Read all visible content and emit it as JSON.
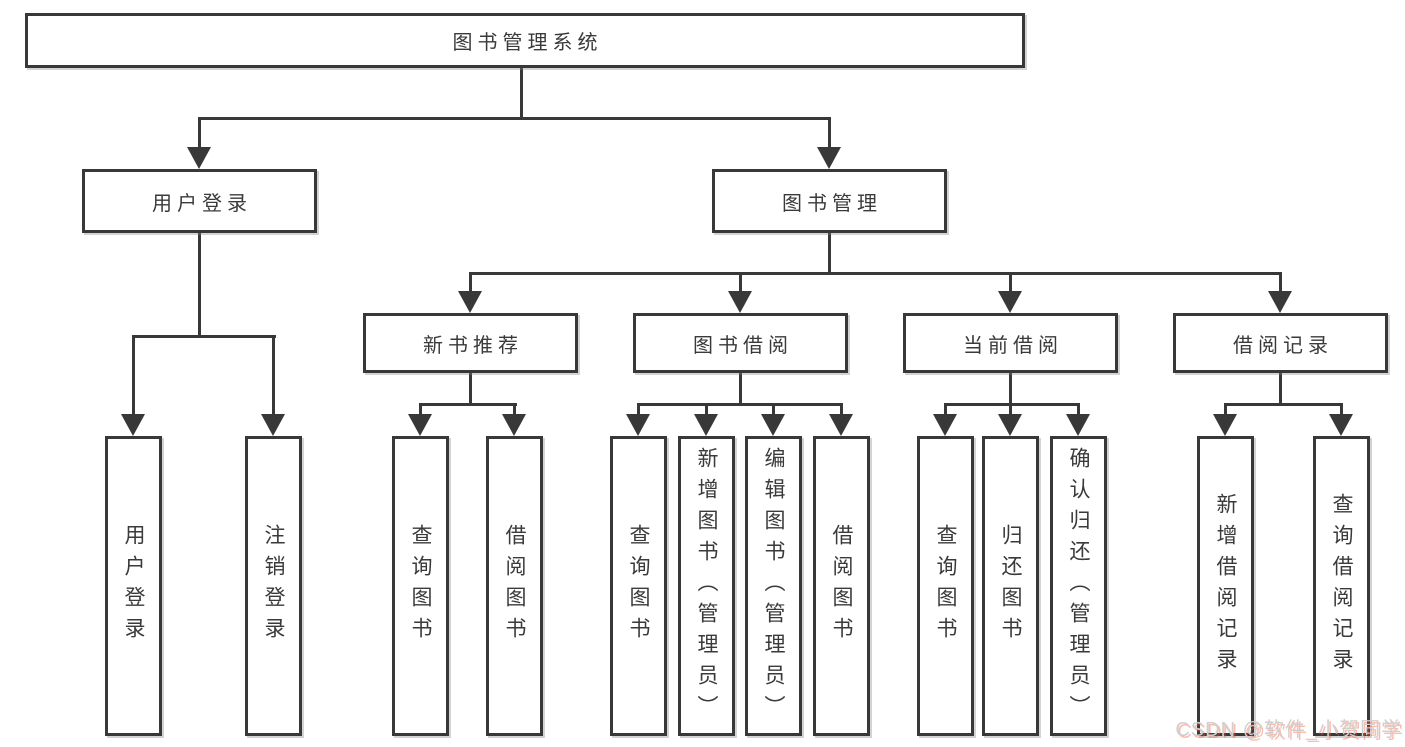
{
  "diagram": {
    "watermark": "CSDN @软件_小贺同学",
    "tree": {
      "root": {
        "label": "图书管理系统"
      },
      "user_login": {
        "label": "用户登录",
        "children": [
          {
            "label": "用户登录"
          },
          {
            "label": "注销登录"
          }
        ]
      },
      "book_mgmt": {
        "label": "图书管理",
        "children": [
          {
            "label": "新书推荐",
            "children": [
              {
                "label": "查询图书"
              },
              {
                "label": "借阅图书"
              }
            ]
          },
          {
            "label": "图书借阅",
            "children": [
              {
                "label": "查询图书"
              },
              {
                "label": "新增图书（管理员）"
              },
              {
                "label": "编辑图书（管理员）"
              },
              {
                "label": "借阅图书"
              }
            ]
          },
          {
            "label": "当前借阅",
            "children": [
              {
                "label": "查询图书"
              },
              {
                "label": "归还图书"
              },
              {
                "label": "确认归还（管理员）"
              }
            ]
          },
          {
            "label": "借阅记录",
            "children": [
              {
                "label": "新增借阅记录"
              },
              {
                "label": "查询借阅记录"
              }
            ]
          }
        ]
      }
    }
  }
}
